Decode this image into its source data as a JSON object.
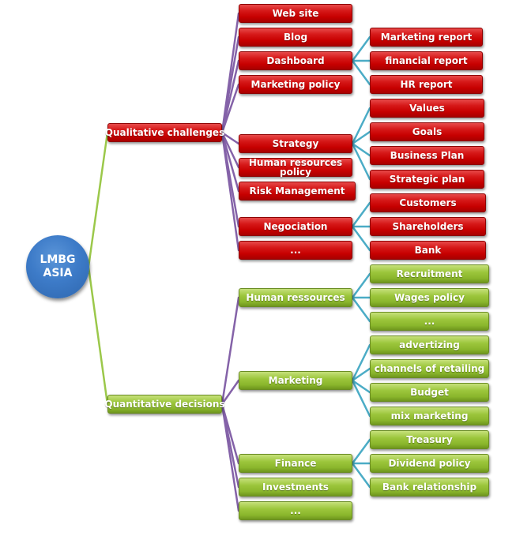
{
  "colors": {
    "root": "#3d7bc8",
    "qualitative": "#c70000",
    "quantitative": "#9cc63c",
    "root_links": "#9bc84a",
    "level1_links": "#8462a8",
    "level2_links": "#4bacc6"
  },
  "root": {
    "line1": "LMBG",
    "line2": "ASIA"
  },
  "branches": [
    {
      "label": "Qualitative challenges",
      "color": "red",
      "children": [
        {
          "label": "Web site",
          "children": []
        },
        {
          "label": "Blog",
          "children": []
        },
        {
          "label": "Dashboard",
          "children": [
            "Marketing report",
            "financial report",
            "HR report"
          ]
        },
        {
          "label": "Marketing policy",
          "children": []
        },
        {
          "label": "Strategy",
          "children": [
            "Values",
            "Goals",
            "Business Plan",
            "Strategic plan"
          ]
        },
        {
          "label": "Human resources policy",
          "children": []
        },
        {
          "label": "Risk Management",
          "children": []
        },
        {
          "label": "Negociation",
          "children": [
            "Customers",
            "Shareholders",
            "Bank"
          ]
        },
        {
          "label": "...",
          "children": []
        }
      ]
    },
    {
      "label": "Quantitative decisions",
      "color": "green",
      "children": [
        {
          "label": "Human ressources",
          "children": [
            "Recruitment",
            "Wages policy",
            "..."
          ]
        },
        {
          "label": "Marketing",
          "children": [
            "advertizing",
            "channels of retailing",
            "Budget",
            "mix marketing"
          ]
        },
        {
          "label": "Finance",
          "children": [
            "Treasury",
            "Dividend policy",
            "Bank relationship"
          ]
        },
        {
          "label": "Investments",
          "children": []
        },
        {
          "label": "...",
          "children": []
        }
      ]
    }
  ]
}
